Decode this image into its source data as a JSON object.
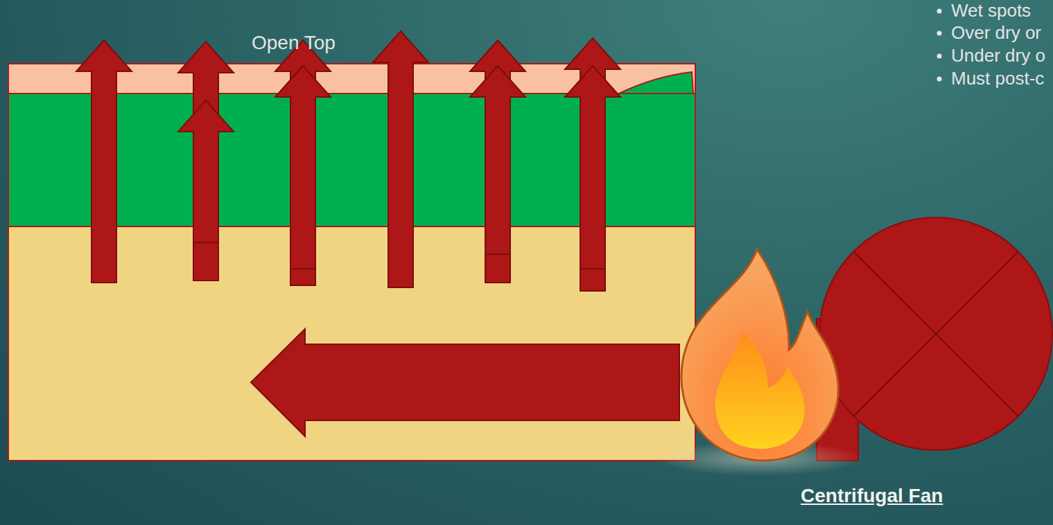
{
  "diagram": {
    "labels": [
      "Open Top",
      "Wet spots",
      "Over dry or",
      "Under dry o",
      "Must post-c",
      "Centrifugal Fan"
    ]
  }
}
